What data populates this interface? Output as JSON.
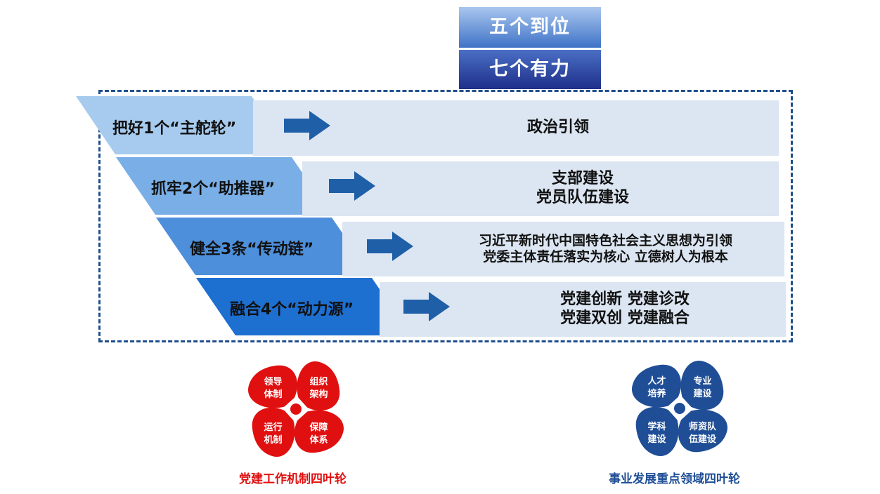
{
  "header": {
    "line1": "五个到位",
    "line2": "七个有力"
  },
  "rows": [
    {
      "label": "把好1个“主舵轮”",
      "content": [
        "政治引领"
      ]
    },
    {
      "label": "抓牢2个“助推器”",
      "content": [
        "支部建设",
        "党员队伍建设"
      ]
    },
    {
      "label": "健全3条“传动链”",
      "content": [
        "习近平新时代中国特色社会主义思想为引领",
        "党委主体责任落实为核心 立德树人为根本"
      ]
    },
    {
      "label": "融合4个“动力源”",
      "content": [
        "党建创新  党建诊改",
        "党建双创  党建融合"
      ]
    }
  ],
  "flowers": [
    {
      "petals": [
        [
          "领导",
          "体制"
        ],
        [
          "组织",
          "架构"
        ],
        [
          "运行",
          "机制"
        ],
        [
          "保障",
          "体系"
        ]
      ],
      "caption": "党建工作机制四叶轮",
      "color": "#e01010"
    },
    {
      "petals": [
        [
          "人才",
          "培养"
        ],
        [
          "专业",
          "建设"
        ],
        [
          "学科",
          "建设"
        ],
        [
          "师资队",
          "伍建设"
        ]
      ],
      "caption": "事业发展重点领域四叶轮",
      "color": "#1f4e96"
    }
  ],
  "colors": {
    "parallelograms": [
      "#a6cbee",
      "#79aee6",
      "#4d8fdb",
      "#1d6fd0"
    ],
    "band": "#dce6f2",
    "arrow": "#1f5fa8",
    "frame": "#1f4e8c"
  }
}
